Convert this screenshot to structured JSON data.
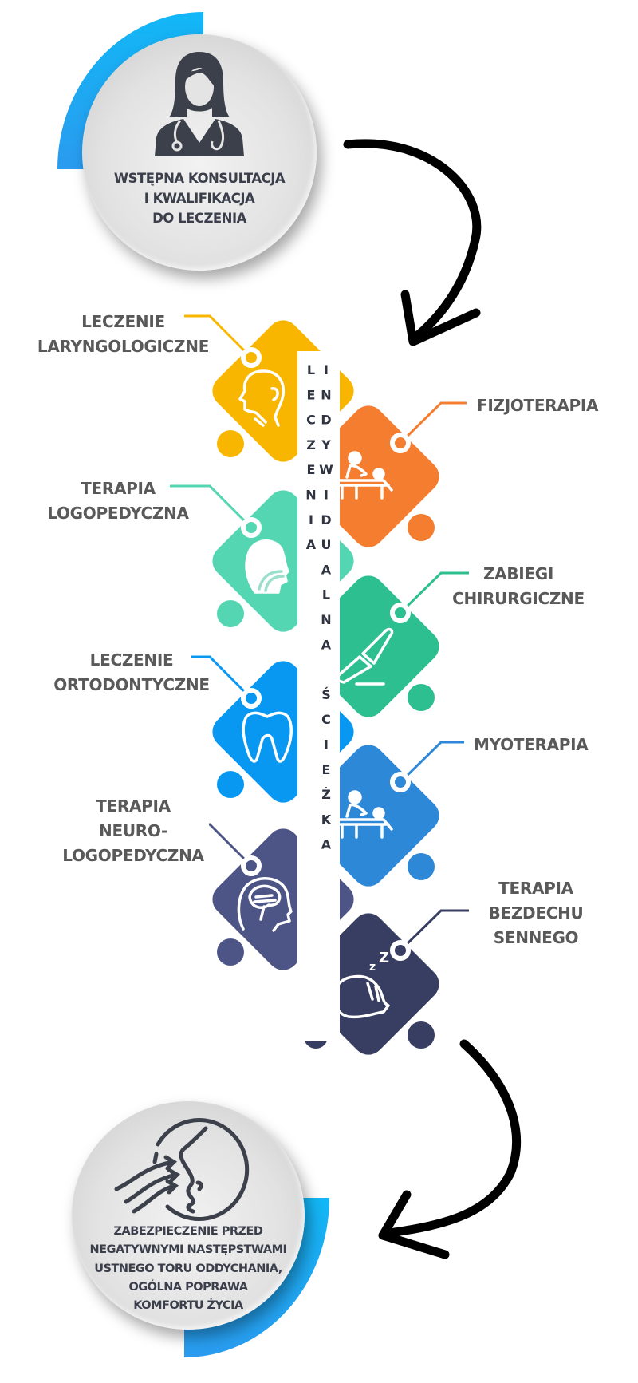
{
  "start_step": {
    "icon": "doctor-icon",
    "lines": [
      "WSTĘPNA KONSULTACJA",
      "I KWALIFIKACJA",
      "DO LECZENIA"
    ]
  },
  "path_title": "INDYWIDUALNA ŚCIEŻKA LECZENIA",
  "therapies": [
    {
      "lines": [
        "LECZENIE",
        "LARYNGOLOGICZNE"
      ],
      "color": "#F9B600",
      "icon": "head-throat-icon",
      "side": "left"
    },
    {
      "lines": [
        "FIZJOTERAPIA"
      ],
      "color": "#F47D30",
      "icon": "massage-icon",
      "side": "right"
    },
    {
      "lines": [
        "TERAPIA",
        "LOGOPEDYCZNA"
      ],
      "color": "#55D6B2",
      "icon": "head-airway-icon",
      "side": "left"
    },
    {
      "lines": [
        "ZABIEGI",
        "CHIRURGICZNE"
      ],
      "color": "#2DBF8F",
      "icon": "scalpel-icon",
      "side": "right"
    },
    {
      "lines": [
        "LECZENIE",
        "ORTODONTYCZNE"
      ],
      "color": "#0898F2",
      "icon": "tooth-icon",
      "side": "left"
    },
    {
      "lines": [
        "MYOTERAPIA"
      ],
      "color": "#2E88D8",
      "icon": "massage-icon",
      "side": "right"
    },
    {
      "lines": [
        "TERAPIA",
        "NEURO-",
        "LOGOPEDYCZNA"
      ],
      "color": "#4D5587",
      "icon": "brain-head-icon",
      "side": "left"
    },
    {
      "lines": [
        "TERAPIA",
        "BEZDECHU",
        "SENNEGO"
      ],
      "color": "#383D62",
      "icon": "sleep-apnea-icon",
      "side": "right"
    }
  ],
  "end_step": {
    "icon": "breathing-face-icon",
    "lines": [
      "ZABEZPIECZENIE PRZED",
      "NEGATYWNYMI NASTĘPSTWAMI",
      "USTNEGO TORU ODDYCHANIA,",
      "OGÓLNA POPRAWA",
      "KOMFORTU ŻYCIA"
    ]
  },
  "colors": {
    "accent_blue": "#12B0F5",
    "circle_text": "#3A3F4B",
    "label_text": "#595959",
    "arrow": "#000000"
  }
}
